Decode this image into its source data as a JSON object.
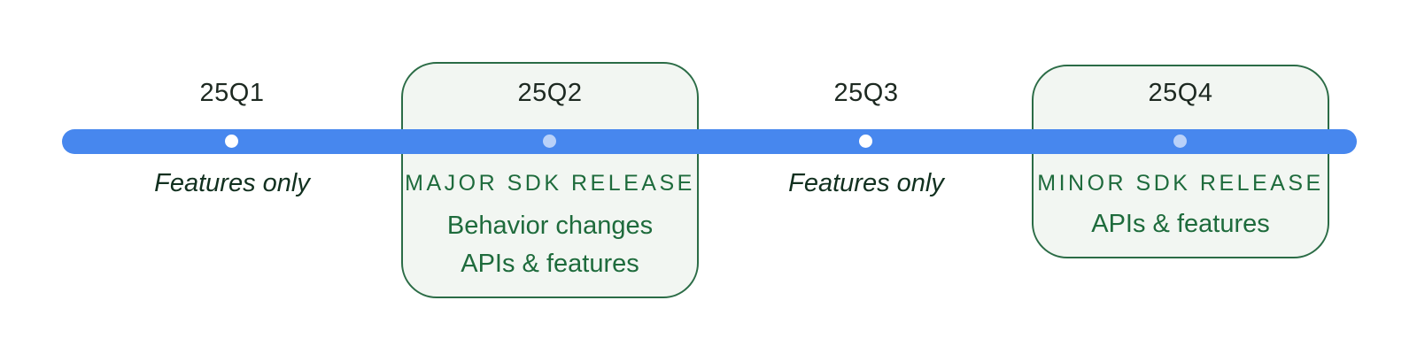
{
  "colors": {
    "bar": "#4787EE",
    "dot": "#FFFFFF",
    "dot_muted": "rgba(255,255,255,0.62)",
    "box_background": "#F2F6F2",
    "box_border": "#2B6C46",
    "green_text": "#1E6B3C",
    "dark_text": "#1D2921",
    "features_text": "#11301F"
  },
  "timeline": {
    "quarters": [
      {
        "label": "25Q1",
        "style": "plain",
        "note": "Features only"
      },
      {
        "label": "25Q2",
        "style": "boxed",
        "heading": "MAJOR SDK RELEASE",
        "lines": [
          "Behavior changes",
          "APIs & features"
        ]
      },
      {
        "label": "25Q3",
        "style": "plain",
        "note": "Features only"
      },
      {
        "label": "25Q4",
        "style": "boxed",
        "heading": "MINOR SDK RELEASE",
        "lines": [
          "APIs & features"
        ]
      }
    ]
  }
}
